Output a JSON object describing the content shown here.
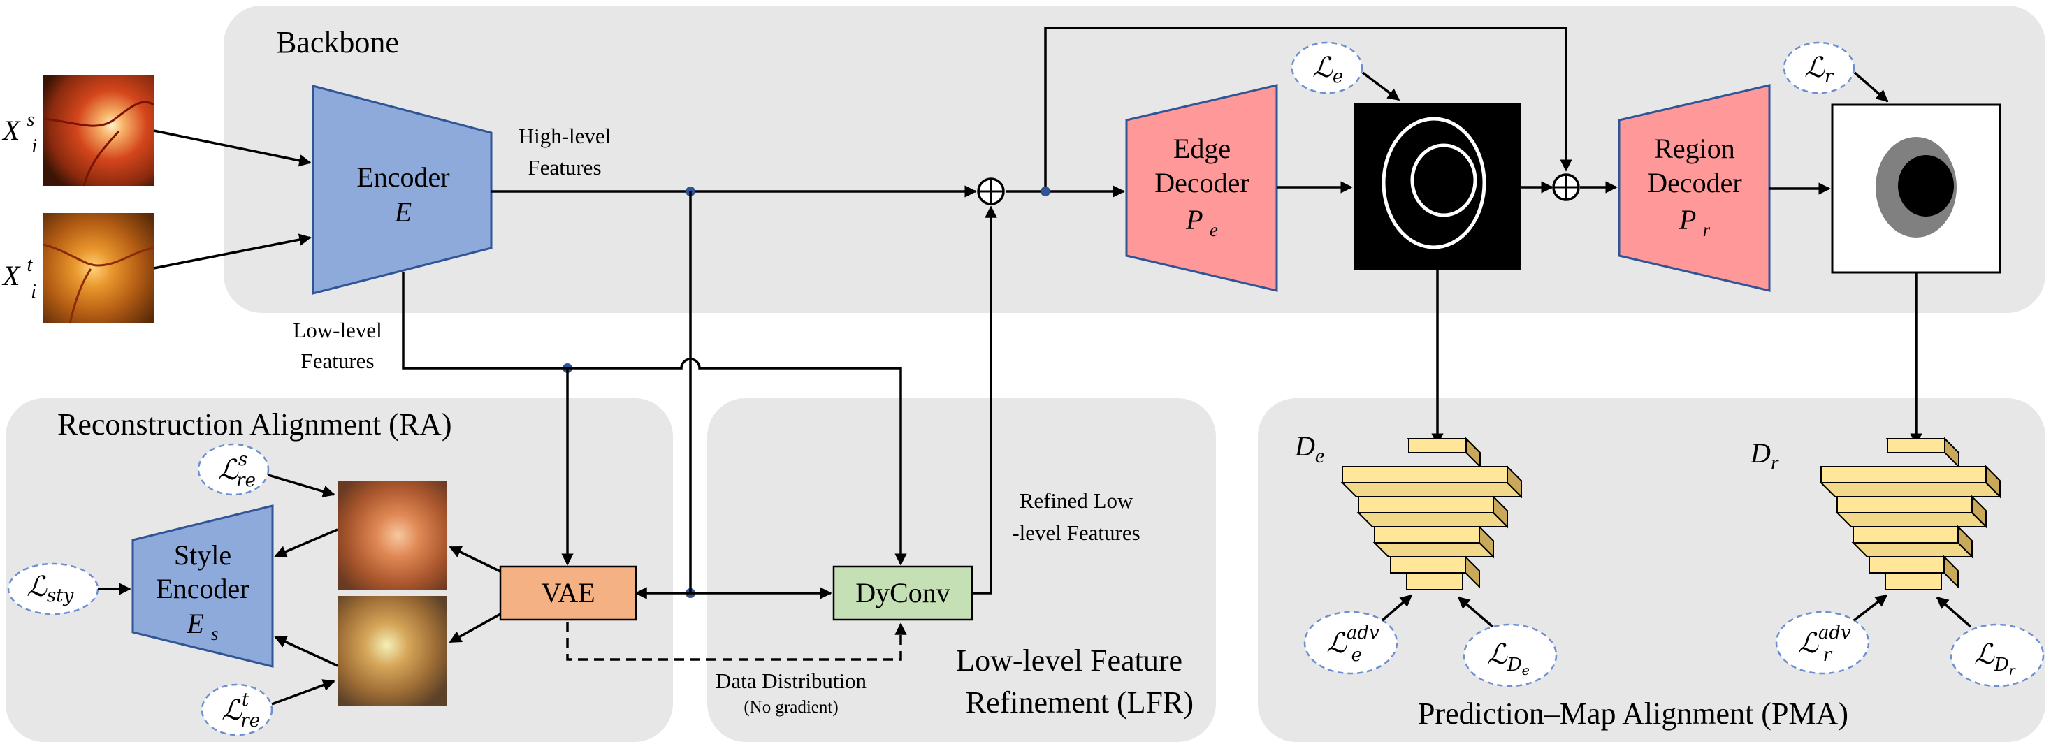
{
  "panels": {
    "backbone": "Backbone",
    "ra": "Reconstruction Alignment (RA)",
    "lfr_line1": "Low-level Feature",
    "lfr_line2": "Refinement (LFR)",
    "pma": "Prediction–Map Alignment (PMA)"
  },
  "inputs": {
    "source": {
      "base": "X",
      "sub": "i",
      "sup": "s"
    },
    "target": {
      "base": "X",
      "sub": "i",
      "sup": "t"
    }
  },
  "modules": {
    "encoder": {
      "line1": "Encoder",
      "symbol": "E"
    },
    "edge_decoder": {
      "line1": "Edge",
      "line2": "Decoder",
      "symbol": "P",
      "sub": "e"
    },
    "region_decoder": {
      "line1": "Region",
      "line2": "Decoder",
      "symbol": "P",
      "sub": "r"
    },
    "style_encoder": {
      "line1": "Style",
      "line2": "Encoder",
      "symbol": "E",
      "sub": "s"
    },
    "vae": "VAE",
    "dyconv": "DyConv"
  },
  "features": {
    "high_level_1": "High-level",
    "high_level_2": "Features",
    "low_level_1": "Low-level",
    "low_level_2": "Features",
    "refined_1": "Refined Low",
    "refined_2": "-level Features",
    "distribution_1": "Data Distribution",
    "distribution_2": "(No gradient)"
  },
  "losses": {
    "script": "ℒ",
    "l_e": {
      "sub": "e"
    },
    "l_r": {
      "sub": "r"
    },
    "l_re_s": {
      "sup": "s",
      "sub": "re"
    },
    "l_re_t": {
      "sup": "t",
      "sub": "re"
    },
    "l_sty": {
      "sub": "sty"
    },
    "l_adv_e": {
      "sup": "adv",
      "sub": "e"
    },
    "l_adv_r": {
      "sup": "adv",
      "sub": "r"
    },
    "l_de": {
      "sub": "D",
      "subsub": "e"
    },
    "l_dr": {
      "sub": "D",
      "subsub": "r"
    }
  },
  "discriminators": {
    "edge": {
      "base": "D",
      "sub": "e"
    },
    "region": {
      "base": "D",
      "sub": "r"
    }
  },
  "colors": {
    "panel": "#e7e7e7",
    "encoder_blue": "#8eaadb",
    "decoder_pink": "#ff9999",
    "vae_orange": "#f4b183",
    "dyconv_green": "#c5e0b4",
    "discriminator_yellow": "#ffe699",
    "loss_outline": "#6d8fd0",
    "junction_dot": "#2f5597"
  },
  "icons": [
    "fundus-image",
    "edge-map",
    "region-map",
    "summation-node",
    "discriminator-pyramid",
    "loss-oval"
  ]
}
